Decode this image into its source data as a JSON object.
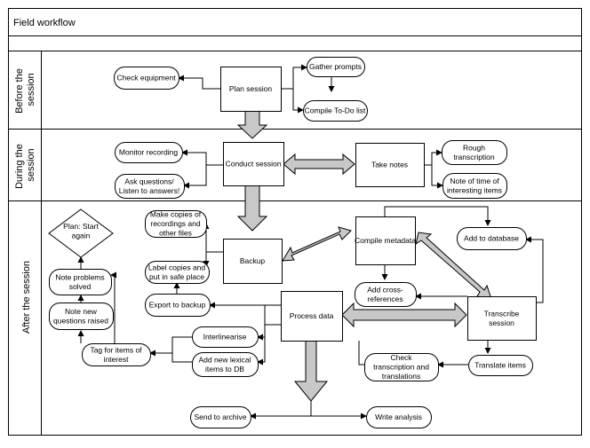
{
  "title": "Field workflow",
  "lanes": {
    "before": [
      "Before the",
      "session"
    ],
    "during": [
      "During the",
      "session"
    ],
    "after": [
      "After the session"
    ]
  },
  "nodes": {
    "check_equipment": [
      "Check equipment"
    ],
    "plan_session": [
      "Plan session"
    ],
    "gather_prompts": [
      "Gather prompts"
    ],
    "compile_todo": [
      "Compile To-Do list"
    ],
    "monitor_recording": [
      "Monitor recording"
    ],
    "ask_questions": [
      "Ask questions/",
      "Listen to answers!"
    ],
    "conduct_session": [
      "Conduct session"
    ],
    "take_notes": [
      "Take notes"
    ],
    "rough_transcription": [
      "Rough",
      "transcription"
    ],
    "note_time": [
      "Note of time of",
      "interesting items"
    ],
    "plan_start_again": [
      "Plan: Start",
      "again"
    ],
    "make_copies": [
      "Make copies of",
      "recordings and",
      "other files"
    ],
    "label_copies": [
      "Label copies and",
      "put in safe place"
    ],
    "export_backup": [
      "Export to backup"
    ],
    "backup": [
      "Backup"
    ],
    "compile_metadata": [
      "Compile metadata"
    ],
    "add_database": [
      "Add to database"
    ],
    "note_problems": [
      "Note problems",
      "solved"
    ],
    "note_questions": [
      "Note new",
      "questions raised"
    ],
    "tag_items": [
      "Tag for items of",
      "interest"
    ],
    "interlinearise": [
      "Interlinearise"
    ],
    "add_lexical": [
      "Add new lexical",
      "items to DB"
    ],
    "process_data": [
      "Process data"
    ],
    "add_cross_refs": [
      "Add cross-",
      "references"
    ],
    "transcribe_session": [
      "Transcribe",
      "session"
    ],
    "check_transcription": [
      "Check",
      "transcription and",
      "translations"
    ],
    "translate_items": [
      "Translate items"
    ],
    "send_archive": [
      "Send to archive"
    ],
    "write_analysis": [
      "Write analysis"
    ]
  },
  "colors": {
    "stroke": "#000000",
    "big_arrow_fill": "#c8c8c8",
    "background": "#ffffff"
  }
}
